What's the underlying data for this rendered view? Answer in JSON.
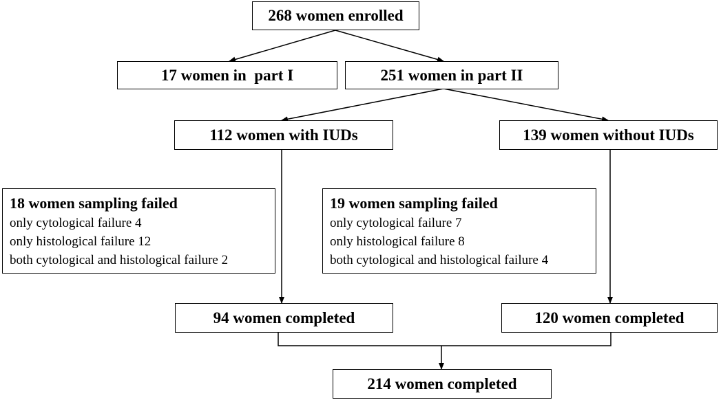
{
  "boxes": {
    "enrolled": "268 women enrolled",
    "part1": "17 women in  part I",
    "part2": "251 women in part II",
    "with_iud": "112 women with IUDs",
    "without_iud": "139 women without IUDs",
    "completed_with": "94 women completed",
    "completed_without": "120 women completed",
    "completed_total": "214 women completed"
  },
  "failures": {
    "with_iud": {
      "title": "18 women sampling failed",
      "lines": [
        "only cytological failure 4",
        "only histological failure 12",
        "both cytological and histological failure 2"
      ]
    },
    "without_iud": {
      "title": "19 women sampling failed",
      "lines": [
        "only cytological failure 7",
        "only histological failure 8",
        "both cytological and histological failure 4"
      ]
    }
  }
}
